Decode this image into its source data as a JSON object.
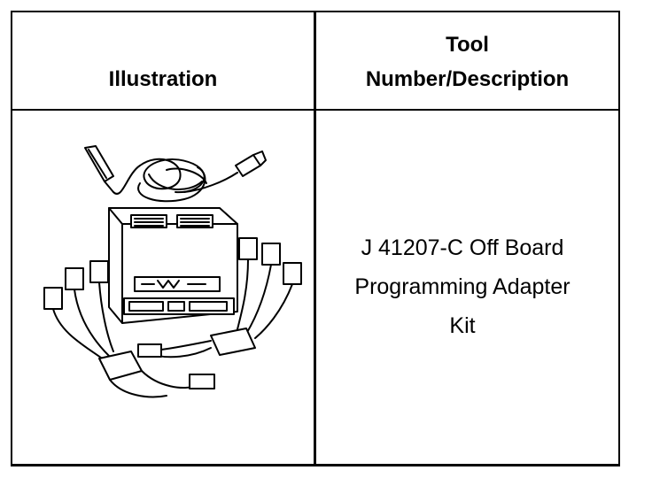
{
  "table": {
    "headers": {
      "illustration": "Illustration",
      "tool_line1": "Tool",
      "tool_line2": "Number/Description"
    },
    "rows": [
      {
        "description_lines": [
          "J 41207-C Off Board",
          "Programming Adapter",
          "Kit"
        ]
      }
    ]
  }
}
